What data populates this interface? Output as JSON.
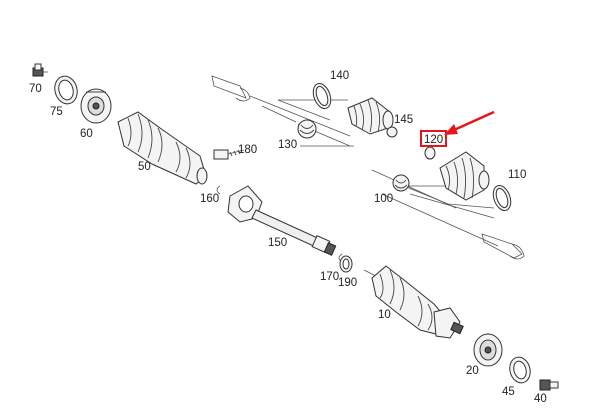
{
  "diagram": {
    "callouts": [
      "70",
      "75",
      "60",
      "50",
      "180",
      "160",
      "150",
      "170",
      "190",
      "10",
      "20",
      "45",
      "40",
      "140",
      "145",
      "130",
      "120",
      "110",
      "100"
    ],
    "highlight_label": "120",
    "highlight_color": "#e8141c",
    "arrow_color": "#e8141c",
    "line_color": "#333333"
  }
}
